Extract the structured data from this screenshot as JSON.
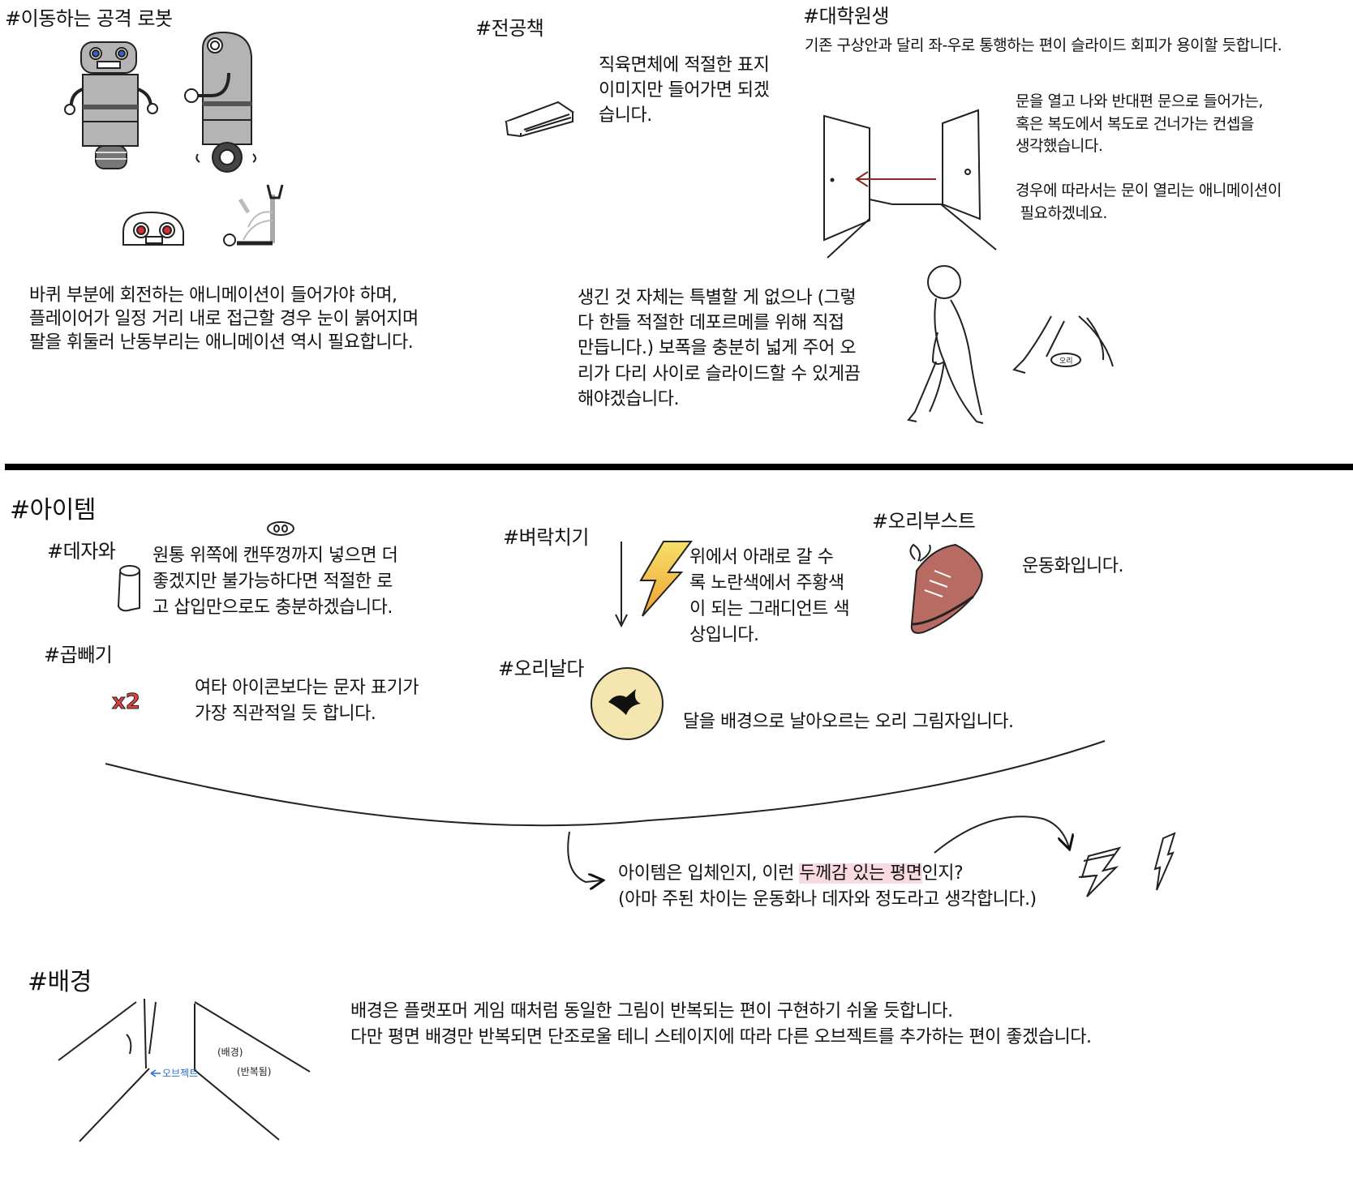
{
  "top": {
    "robot": {
      "title": "#이동하는 공격 로봇",
      "desc": "바퀴 부분에 회전하는 애니메이션이 들어가야 하며,\n플레이어가 일정 거리 내로 접근할 경우 눈이 붉어지며\n팔을 휘둘러 난동부리는 애니메이션 역시 필요합니다."
    },
    "book": {
      "title": "#전공책",
      "desc": "직육면체에 적절한 표지\n이미지만 들어가면 되겠\n습니다."
    },
    "grad": {
      "title": "#대학원생",
      "desc": "기존 구상안과 달리 좌-우로 통행하는 편이 슬라이드 회피가 용이할 듯합니다.",
      "door_note": "문을 열고 나와 반대편 문으로 들어가는,\n혹은 복도에서 복도로 건너가는 컨셉을\n생각했습니다.\n\n경우에 따라서는 문이 열리는 애니메이션이\n 필요하겠네요.",
      "shape_note": "생긴 것 자체는 특별할 게 없으나 (그렇\n다 한들 적절한 데포르메를 위해 직접\n만듭니다.) 보폭을 충분히 넓게 주어 오\n리가 다리 사이로 슬라이드할 수 있게끔\n해야겠습니다.",
      "duck_label": "오리"
    }
  },
  "items": {
    "title": "#아이템",
    "dejawa": {
      "title": "#데자와",
      "desc": "원통 위쪽에 캔뚜껑까지 넣으면 더\n좋겠지만 불가능하다면 적절한 로\n고 삽입만으로도 충분하겠습니다."
    },
    "lightning": {
      "title": "#벼락치기",
      "desc": "위에서 아래로 갈 수\n록 노란색에서 주황색\n이 되는 그래디언트 색\n상입니다."
    },
    "duck_boost": {
      "title": "#오리부스트",
      "desc": "운동화입니다."
    },
    "times2": {
      "title": "#곱빼기",
      "desc": "여타 아이콘보다는 문자 표기가\n가장 직관적일 듯 합니다.",
      "icon_text": "x2"
    },
    "duck_fly": {
      "title": "#오리날다",
      "desc": "달을 배경으로 날아오르는 오리 그림자입니다."
    },
    "question": {
      "line1_a": "아이템은 입체인지, 이런 ",
      "line1_hl": "두께감 있는 평면",
      "line1_b": "인지?",
      "line2": "(아마 주된 차이는 운동화나 데자와 정도라고 생각합니다.)"
    }
  },
  "background": {
    "title": "#배경",
    "desc": "배경은 플랫포머 게임 때처럼 동일한 그림이 반복되는 편이 구현하기 쉬울 듯합니다.\n다만 평면 배경만 반복되면 단조로울 테니 스테이지에 따라 다른 오브젝트를 추가하는 편이 좋겠습니다.",
    "label_object": "오브젝트",
    "label_bg": "(배경)",
    "label_repeat": "(반복됨)"
  },
  "colors": {
    "ink": "#111111",
    "robot_gray": "#b4b4b4",
    "robot_eye_blue": "#3a5fc8",
    "robot_eye_red": "#d03030",
    "arrow_red": "#8b2a22",
    "bolt_yellow": "#f6e06a",
    "bolt_orange": "#f0a030",
    "shoe": "#b86b63",
    "moon": "#f5e6b0",
    "blue_note": "#2a6fd6",
    "highlight": "#f5c6cf"
  }
}
